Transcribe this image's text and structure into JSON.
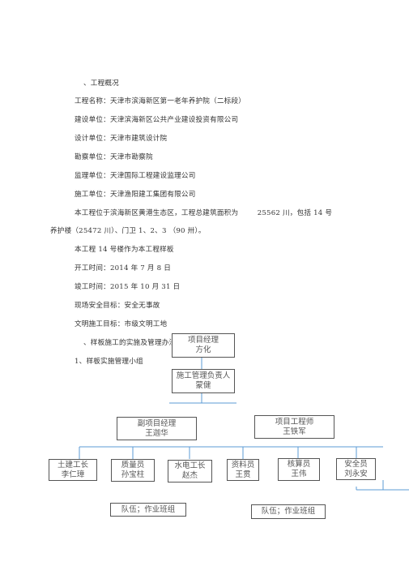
{
  "section1_heading": "、工程概况",
  "project_info": [
    "工程名称：天津市滨海新区第一老年养护院（二标段）",
    "建设单位：天津滨海新区公共产业建设投资有限公司",
    "设计单位：天津市建筑设计院",
    "勘察单位：天津市勘察院",
    "监理单位：天津国际工程建设监理公司",
    "施工单位：天津渔阳建工集团有限公司"
  ],
  "overview_line1": "本工程位于滨海新区黄港生态区，工程总建筑面积为        25562 川，包括 14 号",
  "overview_line2": "养护楼（25472 川）、门卫 1、2、3 （90 卅）。",
  "detail_lines": [
    "本工程 14 号楼作为本工程样板",
    "开工时间：2014 年 7 月 8 日",
    "竣工时间：2015 年 10 月 31 日",
    "现场安全目标：安全无事故",
    "文明施工目标：市级文明工地"
  ],
  "section2_heading": "、样板施工的实施及管理办法",
  "subsection1_heading": "1、样板实施管理小组",
  "org_chart": {
    "project_manager": [
      "项目经理",
      "方化"
    ],
    "construction_lead": [
      "施工管理负责人",
      "蒙健"
    ],
    "deputy_manager": [
      "副项目经理",
      "王迦华"
    ],
    "chief_engineer": [
      "项目工程师",
      "王铁军"
    ],
    "civil_foreman": [
      "土建工长",
      "李仁璋"
    ],
    "quality_inspector": [
      "质量员",
      "孙宝柱"
    ],
    "mep_foreman": [
      "水电工长",
      "赵杰"
    ],
    "document_clerk": [
      "资料员",
      "王贯"
    ],
    "cost_estimator": [
      "核算员",
      "王伟"
    ],
    "safety_officer": [
      "安全员",
      "刘永安"
    ],
    "work_team_left": "队伍；作业班组",
    "work_team_right": "队伍；作业班组"
  },
  "colors": {
    "connector": "#5b9bd5",
    "box_border": "#555555",
    "text": "#333333"
  }
}
